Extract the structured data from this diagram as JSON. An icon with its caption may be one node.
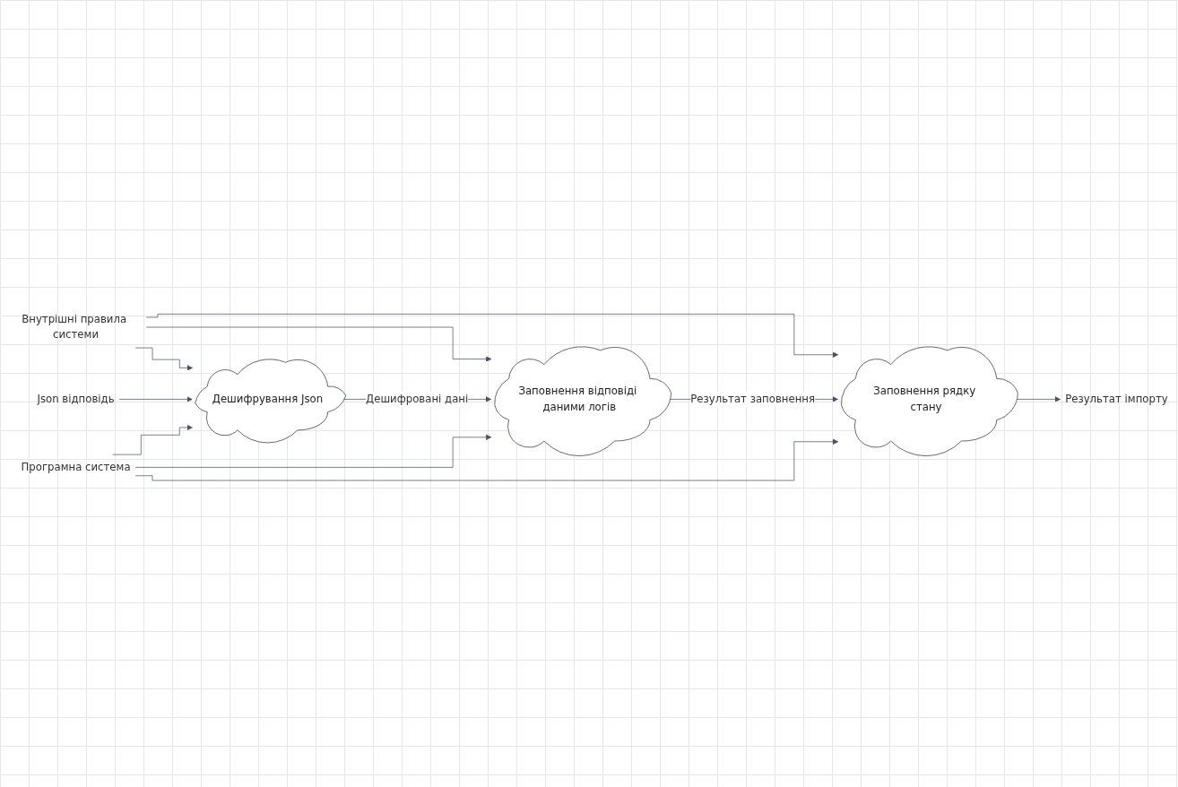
{
  "diagram": {
    "nodes": [
      {
        "text": [
          "Внутрішні правила системи"
        ]
      },
      {
        "text": [
          "Json відповідь"
        ]
      },
      {
        "text": [
          "Дешифрування Json"
        ]
      },
      {
        "text": [
          "Заповнення відповіді даними логів"
        ]
      },
      {
        "text": [
          "Заповнення рядку стану"
        ]
      },
      {
        "text": [
          "Результат імпорту"
        ]
      },
      {
        "text": [
          "Програмна система"
        ]
      }
    ],
    "edges": [
      {
        "from": 0,
        "to": 2,
        "arrow": "to"
      },
      {
        "from": 0,
        "to": 3,
        "arrow": "to"
      },
      {
        "from": 0,
        "to": 4,
        "arrow": "to"
      },
      {
        "from": 1,
        "to": 2,
        "arrow": "to"
      },
      {
        "from": 2,
        "to": 3,
        "label": "Дешифровані дані",
        "arrow": "to"
      },
      {
        "from": 3,
        "to": 4,
        "label": "Результат заповнення",
        "arrow": "to"
      },
      {
        "from": 4,
        "to": 5,
        "arrow": "to"
      },
      {
        "from": 6,
        "to": 2,
        "arrow": "to"
      },
      {
        "from": 6,
        "to": 3,
        "arrow": "to"
      },
      {
        "from": 6,
        "to": 4,
        "arrow": "to"
      }
    ]
  }
}
